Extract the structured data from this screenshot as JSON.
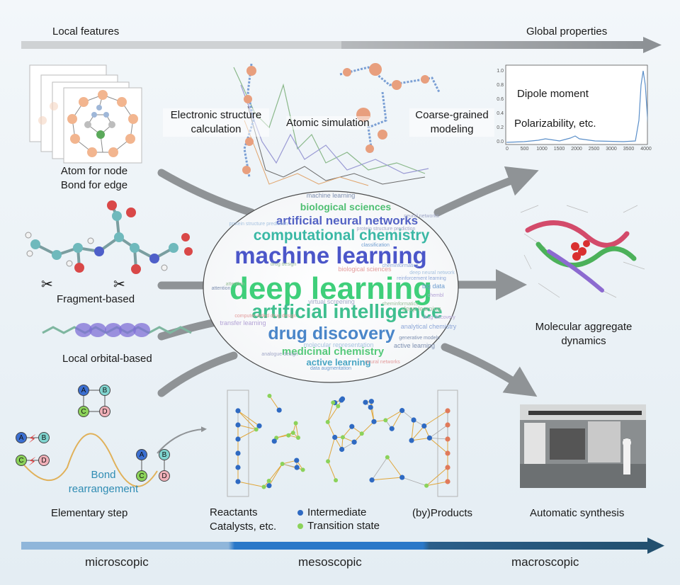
{
  "top_axis": {
    "left": "Local features",
    "right": "Global properties"
  },
  "bottom_axis": {
    "left": "microscopic",
    "middle": "mesoscopic",
    "right": "macroscopic"
  },
  "left_panels": {
    "graph": "Atom for node\nBond for edge",
    "fragment": "Fragment-based",
    "orbital": "Local orbital-based",
    "elementary": "Elementary step",
    "bond_rearrangement": "Bond\nrearrangement",
    "atoms": [
      "A",
      "B",
      "C",
      "D"
    ]
  },
  "top_panels": {
    "electronic": "Electronic structure\ncalculation",
    "atomic": "Atomic simulation",
    "coarse": "Coarse-grained\nmodeling"
  },
  "right_panels": {
    "dipole": "Dipole moment",
    "polarizability": "Polarizability, etc.",
    "aggregate": "Molecular aggregate\ndynamics",
    "synthesis": "Automatic synthesis",
    "spectrum": {
      "x_ticks": [
        "0",
        "500",
        "1000",
        "1500",
        "2000",
        "2500",
        "3000",
        "3500",
        "4000"
      ],
      "y_ticks": [
        "0.0",
        "0.2",
        "0.4",
        "0.6",
        "0.8",
        "1.0"
      ]
    }
  },
  "network": {
    "reactants": "Reactants\nCatalysts, etc.",
    "products": "(by)Products",
    "intermediate": "Intermediate",
    "transition": "Transition state"
  },
  "word_cloud": {
    "big": [
      {
        "text": "deep learning",
        "color": "#3fcf7a"
      },
      {
        "text": "machine learning",
        "color": "#4b56c9"
      },
      {
        "text": "artificial intelligence",
        "color": "#3fbf8f"
      },
      {
        "text": "computational chemistry",
        "color": "#3ab8a5"
      },
      {
        "text": "drug discovery",
        "color": "#4a86c9"
      },
      {
        "text": "artificial neural networks",
        "color": "#5362c4"
      },
      {
        "text": "biological sciences",
        "color": "#4fbf72"
      },
      {
        "text": "medicinal chemistry",
        "color": "#55c97a"
      },
      {
        "text": "active learning",
        "color": "#4aa6c4"
      }
    ],
    "small": [
      "machine learning",
      "neural networks",
      "drug design",
      "biological sciences",
      "cheminformatics",
      "deep neural network",
      "big data",
      "chembl",
      "attention",
      "virtual screening",
      "cheminformatics",
      "computer-aided drug design",
      "analytical chemistry",
      "protein structure prediction",
      "classification",
      "transfer learning",
      "generative models",
      "analogue design",
      "deep learning",
      "neural networks",
      "reinforcement learning",
      "molecular representation",
      "data augmentation",
      "drug discovery",
      "active learning",
      "protein structure prediction",
      "attention"
    ]
  }
}
